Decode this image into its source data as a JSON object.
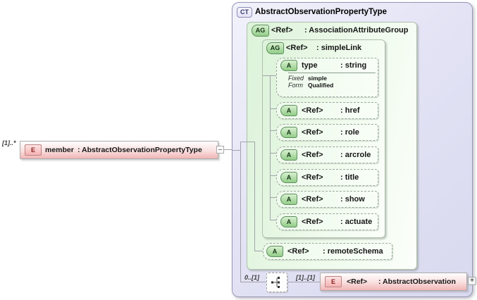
{
  "colors": {
    "element_pink": "#f1b5b5",
    "attribute_green": "#92cd88",
    "group_box_green": "#dcf3d9",
    "container_lavender": "#e3e3f5",
    "connector_gray": "#a2a2ac"
  },
  "member_element": {
    "occurs": "[1]..*",
    "badge": "E",
    "name": "member",
    "type": ": AbstractObservationPropertyType"
  },
  "complex_type": {
    "badge": "CT",
    "title": "AbstractObservationPropertyType"
  },
  "association_attribute_group": {
    "badge": "AG",
    "name": "<Ref>",
    "type": ": AssociationAttributeGroup"
  },
  "simple_link_group": {
    "badge": "AG",
    "name": "<Ref>",
    "type": ": simpleLink"
  },
  "type_attribute": {
    "badge": "A",
    "name": "type",
    "type": ": string",
    "facets": [
      {
        "label": "Fixed",
        "value": "simple"
      },
      {
        "label": "Form",
        "value": "Qualified"
      }
    ]
  },
  "attributes": [
    {
      "badge": "A",
      "name": "<Ref>",
      "type": ": href"
    },
    {
      "badge": "A",
      "name": "<Ref>",
      "type": ": role"
    },
    {
      "badge": "A",
      "name": "<Ref>",
      "type": ": arcrole"
    },
    {
      "badge": "A",
      "name": "<Ref>",
      "type": ": title"
    },
    {
      "badge": "A",
      "name": "<Ref>",
      "type": ": show"
    },
    {
      "badge": "A",
      "name": "<Ref>",
      "type": ": actuate"
    }
  ],
  "remote_schema_attribute": {
    "badge": "A",
    "name": "<Ref>",
    "type": ": remoteSchema"
  },
  "sequence": {
    "occurs_before": "0..[1]",
    "occurs_after": "[1]..[1]"
  },
  "abstract_observation_element": {
    "badge": "E",
    "name": "<Ref>",
    "type": ": AbstractObservation",
    "expand_glyph": "+"
  }
}
